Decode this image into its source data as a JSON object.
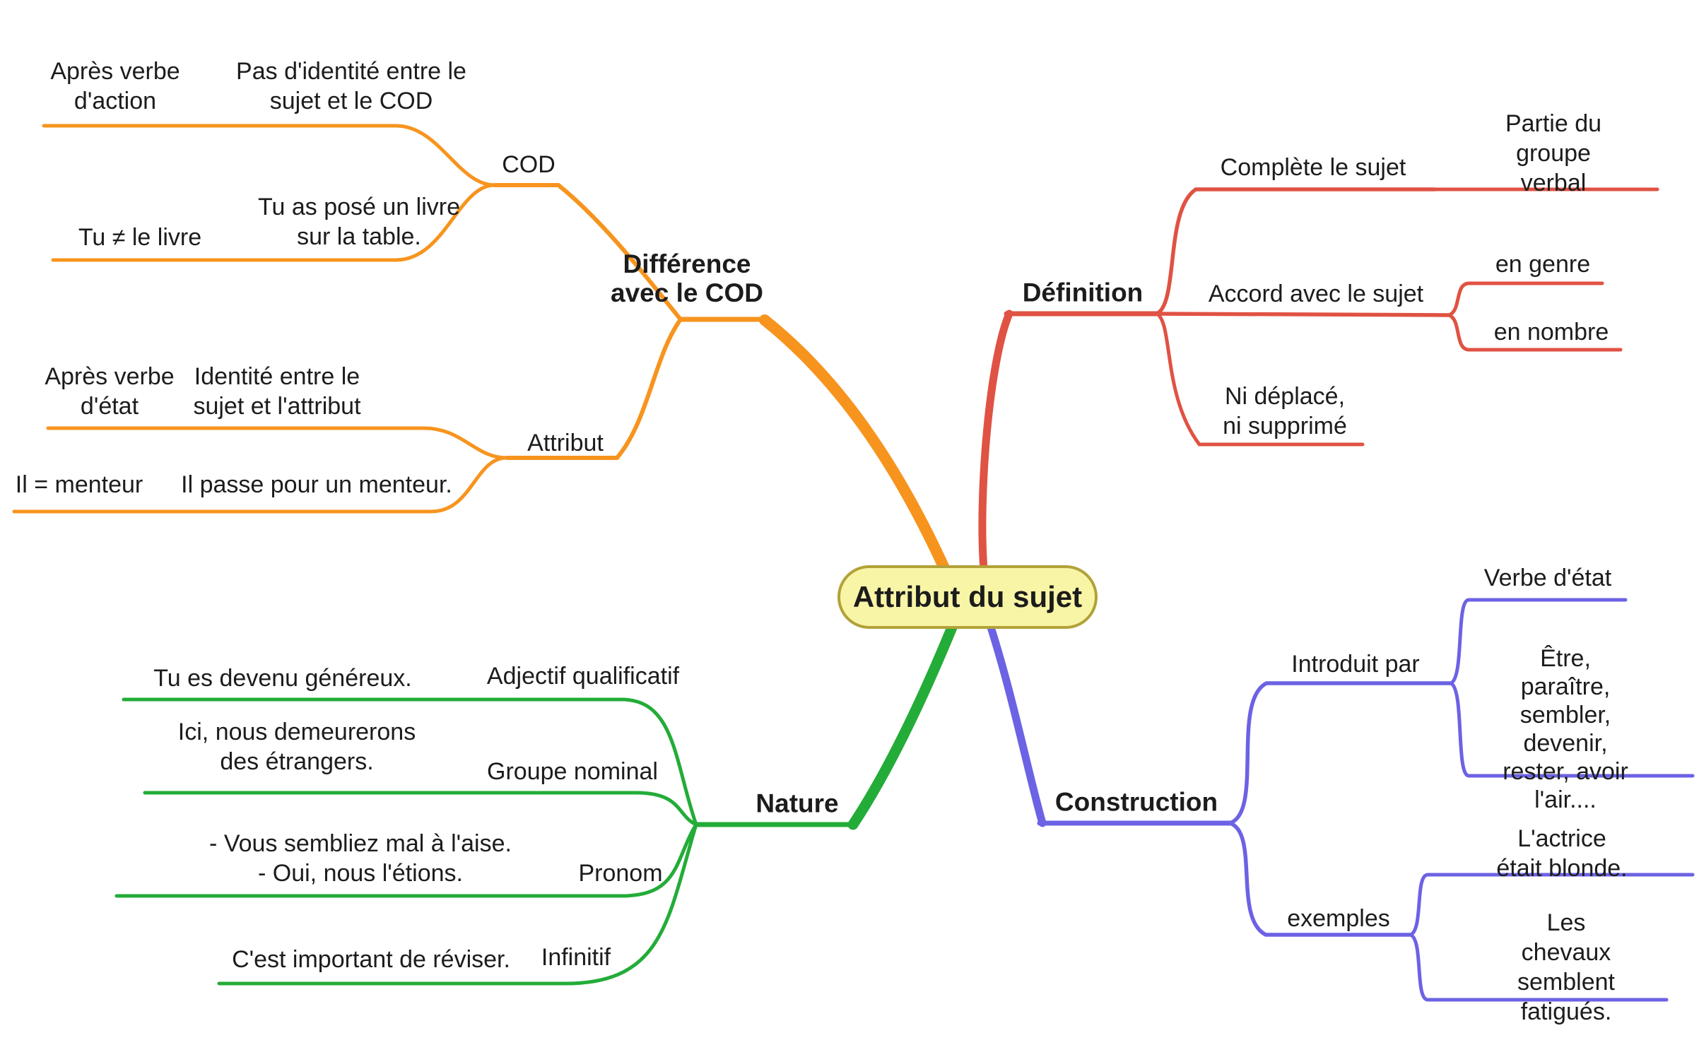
{
  "diagram_title": "Attribut du sujet",
  "colors": {
    "orange": "#F7941E",
    "red": "#E05243",
    "green": "#23AC38",
    "blue": "#6C62E4",
    "center_fill": "#F9F5A7",
    "center_border": "#B2A238",
    "text": "#1c1c1c"
  },
  "center": {
    "title": "Attribut du sujet"
  },
  "branches": {
    "difference_cod": {
      "label": "Différence\navec le COD",
      "color": "#F7941E",
      "nodes": {
        "cod": {
          "label": "COD",
          "criteria": "Après verbe\nd'action",
          "rule": "Pas d'identité entre le\nsujet et le COD",
          "example_short": "Tu ≠ le livre",
          "example": "Tu as posé un livre\nsur la table."
        },
        "attribut": {
          "label": "Attribut",
          "criteria": "Après verbe\nd'état",
          "rule": "Identité entre le\nsujet et l'attribut",
          "example_short": "Il = menteur",
          "example": "Il passe pour un menteur."
        }
      }
    },
    "definition": {
      "label": "Définition",
      "color": "#E05243",
      "nodes": {
        "complete": {
          "label": "Complète le sujet",
          "child": "Partie du groupe\nverbal"
        },
        "accord": {
          "label": "Accord avec le sujet",
          "genre": "en genre",
          "nombre": "en nombre"
        },
        "fixe": {
          "label": "Ni déplacé,\nni supprimé"
        }
      }
    },
    "nature": {
      "label": "Nature",
      "color": "#23AC38",
      "nodes": {
        "adjectif": {
          "example": "Tu es devenu généreux.",
          "label": "Adjectif qualificatif"
        },
        "groupe_nominal": {
          "example": "Ici, nous demeurerons\ndes étrangers.",
          "label": "Groupe nominal"
        },
        "pronom": {
          "example": "- Vous sembliez mal à l'aise.\n- Oui, nous l'étions.",
          "label": "Pronom"
        },
        "infinitif": {
          "example": "C'est important de réviser.",
          "label": "Infinitif"
        }
      }
    },
    "construction": {
      "label": "Construction",
      "color": "#6C62E4",
      "nodes": {
        "introduit": {
          "label": "Introduit par",
          "verbe": "Verbe d'état",
          "liste": "Être, paraître,\nsembler, devenir,\nrester, avoir l'air...."
        },
        "exemples": {
          "label": "exemples",
          "ex1": "L'actrice était blonde.",
          "ex2": "Les chevaux\nsemblent fatigués."
        }
      }
    }
  }
}
